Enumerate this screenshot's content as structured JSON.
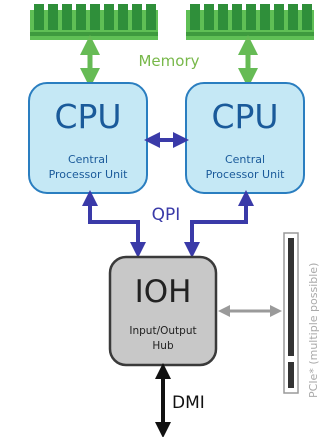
{
  "memory_label": "Memory",
  "qpi_label": "QPI",
  "dmi_label": "DMI",
  "pcie_label": "PCIe* (multiple possible)",
  "cpu_left": {
    "title": "CPU",
    "line1": "Central",
    "line2": "Processor Unit"
  },
  "cpu_right": {
    "title": "CPU",
    "line1": "Central",
    "line2": "Processor Unit"
  },
  "ioh": {
    "title": "IOH",
    "line1": "Input/Output",
    "line2": "Hub"
  },
  "colors": {
    "memory_chip": "#2f8f3a",
    "memory_board": "#5fbf55",
    "memory_arrow": "#66bb55",
    "memory_label": "#78b84a",
    "cpu_fill": "#c5e8f5",
    "cpu_border": "#2a7ec0",
    "cpu_text": "#1a5a9a",
    "qpi_arrow": "#3a3aa8",
    "ioh_fill": "#c8c8c8",
    "ioh_border": "#3a3a3a",
    "ioh_text": "#222222",
    "pcie_gray": "#9a9a9a",
    "dmi_arrow": "#111111"
  }
}
